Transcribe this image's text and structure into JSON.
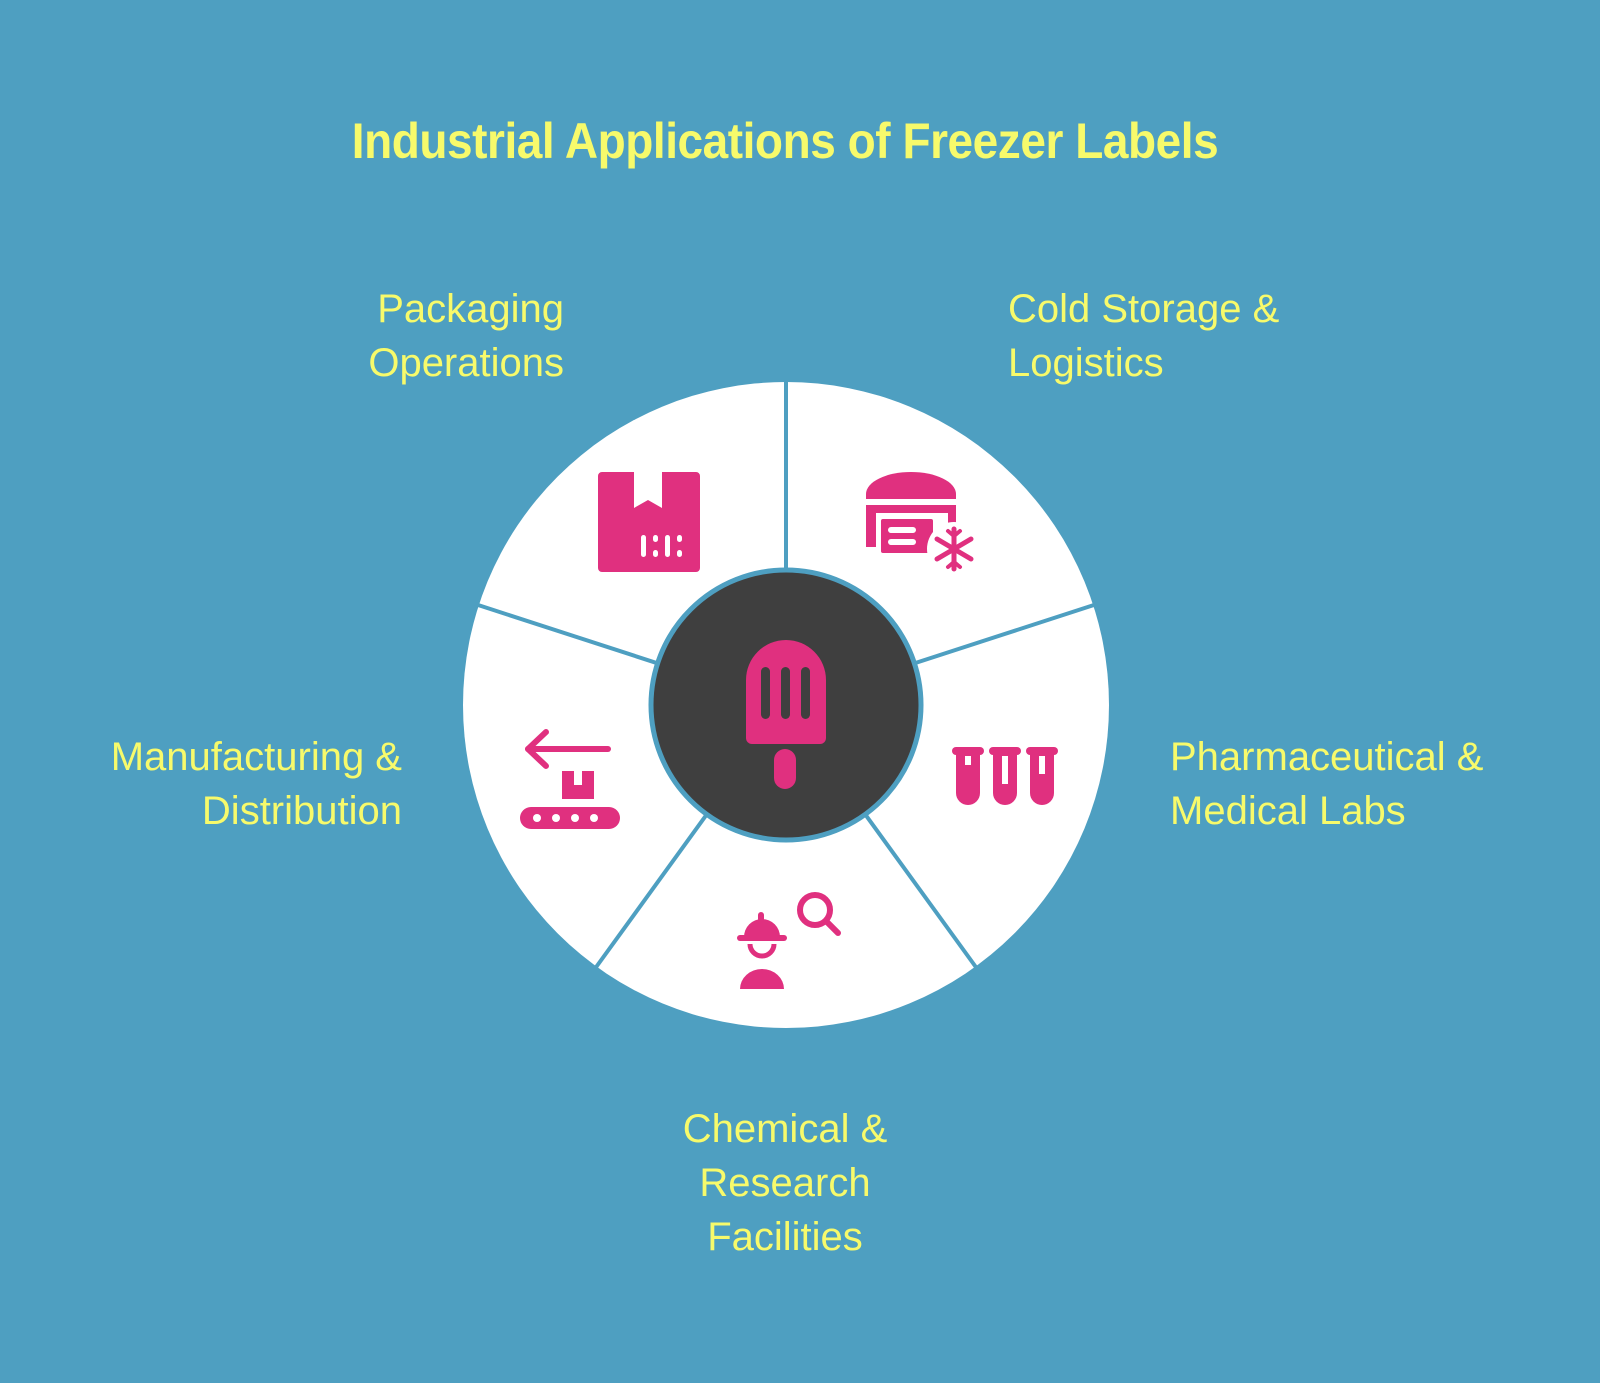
{
  "title": "Industrial Applications of Freezer Labels",
  "center": {
    "icon": "popsicle-icon"
  },
  "segments": [
    {
      "id": "packaging",
      "lines": [
        "Packaging",
        "Operations"
      ],
      "icon": "package-box-icon"
    },
    {
      "id": "cold-storage",
      "lines": [
        "Cold Storage &",
        "Logistics"
      ],
      "icon": "cold-warehouse-icon"
    },
    {
      "id": "pharma",
      "lines": [
        "Pharmaceutical &",
        "Medical Labs"
      ],
      "icon": "test-tubes-icon"
    },
    {
      "id": "chemical",
      "lines": [
        "Chemical &",
        "Research",
        "Facilities"
      ],
      "icon": "worker-search-icon"
    },
    {
      "id": "manufacturing",
      "lines": [
        "Manufacturing &",
        "Distribution"
      ],
      "icon": "conveyor-belt-icon"
    }
  ],
  "colors": {
    "background": "#4E9FC1",
    "title_text": "#F7FA6B",
    "segment_fill": "#FFFFFF",
    "icon_accent": "#E0307F",
    "center_fill": "#3F3F3F",
    "divider": "#4E9FC1"
  }
}
